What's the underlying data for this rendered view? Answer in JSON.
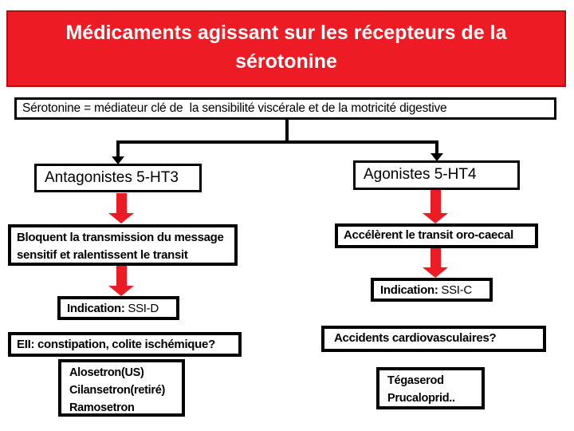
{
  "title_lines": {
    "0": "Médicaments agissant sur les récepteurs de la",
    "1": "sérotonine"
  },
  "subtitle": "Sérotonine = médiateur clé de  la sensibilité viscérale et de la motricité digestive",
  "left": {
    "header": "Antagonistes 5-HT3",
    "mechanism_lines": {
      "0": "Bloquent la transmission du message",
      "1": "sensitif et ralentissent le transit"
    },
    "indication_label": "Indication:",
    "indication_value": " SSI-D",
    "warning": "EII: constipation, colite ischémique?",
    "drugs": {
      "0": "Alosetron(US)",
      "1": "Cilansetron(retiré)",
      "2": "Ramosetron"
    }
  },
  "right": {
    "header": "Agonistes 5-HT4",
    "mechanism": "Accélèrent le transit oro-caecal",
    "indication_label": "Indication:",
    "indication_value": " SSI-C",
    "warning": "Accidents cardiovasculaires?",
    "drugs": {
      "0": "Tégaserod",
      "1": "Prucaloprid.."
    }
  },
  "colors": {
    "banner_bg": "#ED1B23",
    "banner_border": "#B50B11",
    "arrow_red": "#ED1C24",
    "connector_black": "#000000",
    "box_bg": "#FFFFFF",
    "title_text": "#FFFFFF"
  }
}
